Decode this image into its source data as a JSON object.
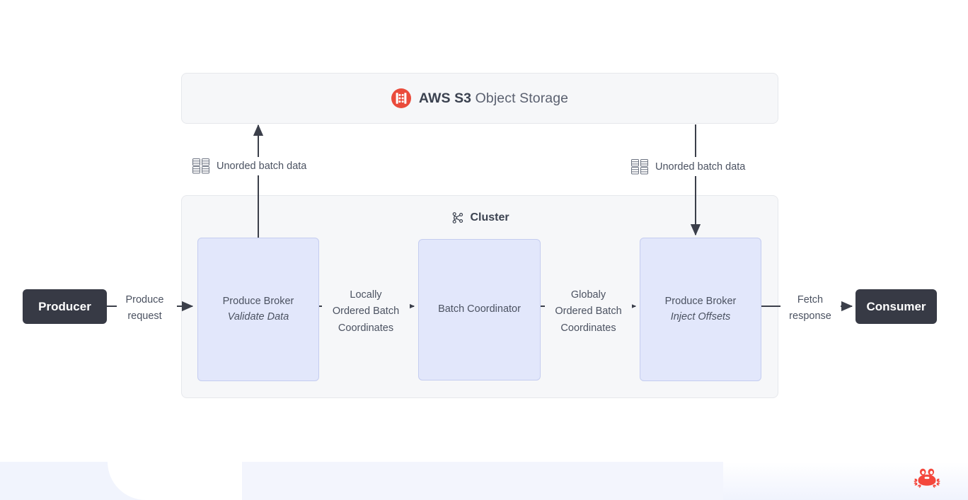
{
  "diagram": {
    "title_storage": {
      "icon": "aws-s3-icon",
      "strong": "AWS S3",
      "light": " Object Storage"
    },
    "cluster": {
      "icon": "network-nodes-icon",
      "label": "Cluster"
    },
    "nodes": [
      {
        "id": "broker-left",
        "title": "Produce Broker",
        "subtitle": "Validate Data"
      },
      {
        "id": "coordinator",
        "title": "Batch Coordinator",
        "subtitle": ""
      },
      {
        "id": "broker-right",
        "title": "Produce Broker",
        "subtitle": "Inject Offsets"
      }
    ],
    "endpoints": [
      {
        "id": "producer",
        "label": "Producer"
      },
      {
        "id": "consumer",
        "label": "Consumer"
      }
    ],
    "edge_labels": [
      {
        "id": "produce-request",
        "text": "Produce\nrequest"
      },
      {
        "id": "locally-ordered",
        "text": "Locally\nOrdered Batch\nCoordinates"
      },
      {
        "id": "globaly-ordered",
        "text": "Globaly\nOrdered Batch\nCoordinates"
      },
      {
        "id": "fetch-response",
        "text": "Fetch\nresponse"
      }
    ],
    "batch_labels": [
      {
        "id": "batch-left",
        "icon": "database-grid-icon",
        "text": "Unorded batch data"
      },
      {
        "id": "batch-right",
        "icon": "database-grid-icon",
        "text": "Unorded batch data"
      }
    ],
    "branding": {
      "logo": "crab-logo"
    },
    "colors": {
      "panel_fill": "#f6f7f9",
      "panel_border": "#e6e8ec",
      "node_fill": "#e2e7fb",
      "node_border": "#c5cdf0",
      "endpoint_fill": "#373a45",
      "text": "#4b5261",
      "accent_red": "#f24b3f",
      "band": "#f1f4fd",
      "arrow": "#3b3f4a"
    }
  }
}
